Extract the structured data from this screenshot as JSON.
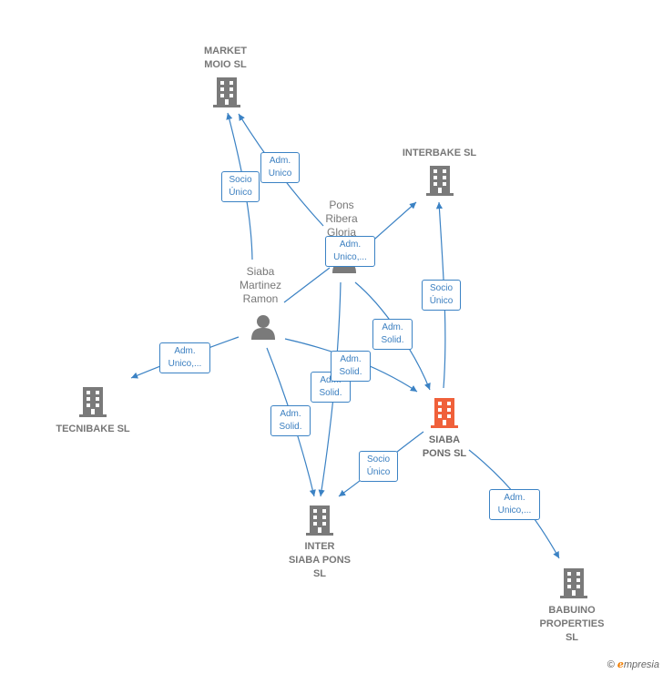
{
  "colors": {
    "edge": "#3b82c4",
    "node": "#7a7a7a",
    "focus": "#f0603a"
  },
  "nodes": {
    "market_moio": "MARKET\nMOIO  SL",
    "interbake": "INTERBAKE SL",
    "pons_ribera": "Pons\nRibera\nGloria",
    "siaba_martinez": "Siaba\nMartinez\nRamon",
    "tecnibake": "TECNIBAKE  SL",
    "siaba_pons": "SIABA\nPONS  SL",
    "inter_siaba_pons": "INTER\nSIABA PONS\nSL",
    "babuino": "BABUINO\nPROPERTIES\nSL"
  },
  "edges": {
    "socio_unico_market": "Socio\nÚnico",
    "adm_unico_market": "Adm.\nUnico",
    "adm_unico_pons": "Adm.\nUnico,...",
    "socio_unico_interbake": "Socio\nÚnico",
    "adm_solid_pons_siaba": "Adm.\nSolid.",
    "adm_unico_tecnibake": "Adm.\nUnico,...",
    "adm_solid_martinez_siaba": "Adm.\nSolid.",
    "adm_solid_pons_inter": "Adm.\nSolid.",
    "adm_solid_martinez_inter": "Adm.\nSolid.",
    "socio_unico_inter": "Socio\nÚnico",
    "adm_unico_babuino": "Adm.\nUnico,..."
  },
  "logo": {
    "copyright": "©",
    "brand_e": "e",
    "brand_rest": "mpresia"
  }
}
